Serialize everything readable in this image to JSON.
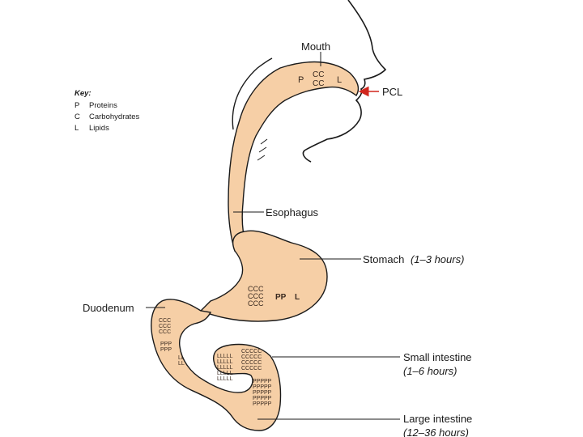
{
  "key": {
    "title": "Key:",
    "items": [
      {
        "letter": "P",
        "text": "Proteins"
      },
      {
        "letter": "C",
        "text": "Carbohydrates"
      },
      {
        "letter": "L",
        "text": "Lipids"
      }
    ]
  },
  "labels": {
    "mouth": "Mouth",
    "pcl": "PCL",
    "esophagus": "Esophagus",
    "stomach": "Stomach",
    "stomach_time": "(1–3 hours)",
    "duodenum": "Duodenum",
    "small_intestine": "Small intestine",
    "small_intestine_time": "(1–6 hours)",
    "large_intestine": "Large intestine",
    "large_intestine_time": "(12–36 hours)"
  },
  "nutrients": {
    "mouth": {
      "p": "P",
      "c1": "CC",
      "c2": "CC",
      "l": "L"
    },
    "stomach": {
      "c1": "CCC",
      "c2": "CCC",
      "c3": "CCC",
      "p": "PP",
      "l": "L"
    },
    "duodenum": {
      "c1": "CCC",
      "c2": "CCC",
      "c3": "CCC",
      "p1": "PPP",
      "p2": "PPP",
      "l1": "LL",
      "l2": "LL"
    },
    "small_intestine": {
      "l1": "LLLLL",
      "l2": "LLLLL",
      "l3": "LLLLL",
      "l4": "LLLLL",
      "l5": "LLLLL",
      "c1": "CCCCC",
      "c2": "CCCCC",
      "c3": "CCCCC",
      "c4": "CCCCC",
      "p1": "PPPPP",
      "p2": "PPPPP",
      "p3": "PPPPP",
      "p4": "PPPPP",
      "p5": "PPPPP"
    }
  },
  "colors": {
    "tract_fill": "#f6cfa6",
    "outline": "#1a1a1a",
    "pcl_arrow": "#d1261d"
  }
}
